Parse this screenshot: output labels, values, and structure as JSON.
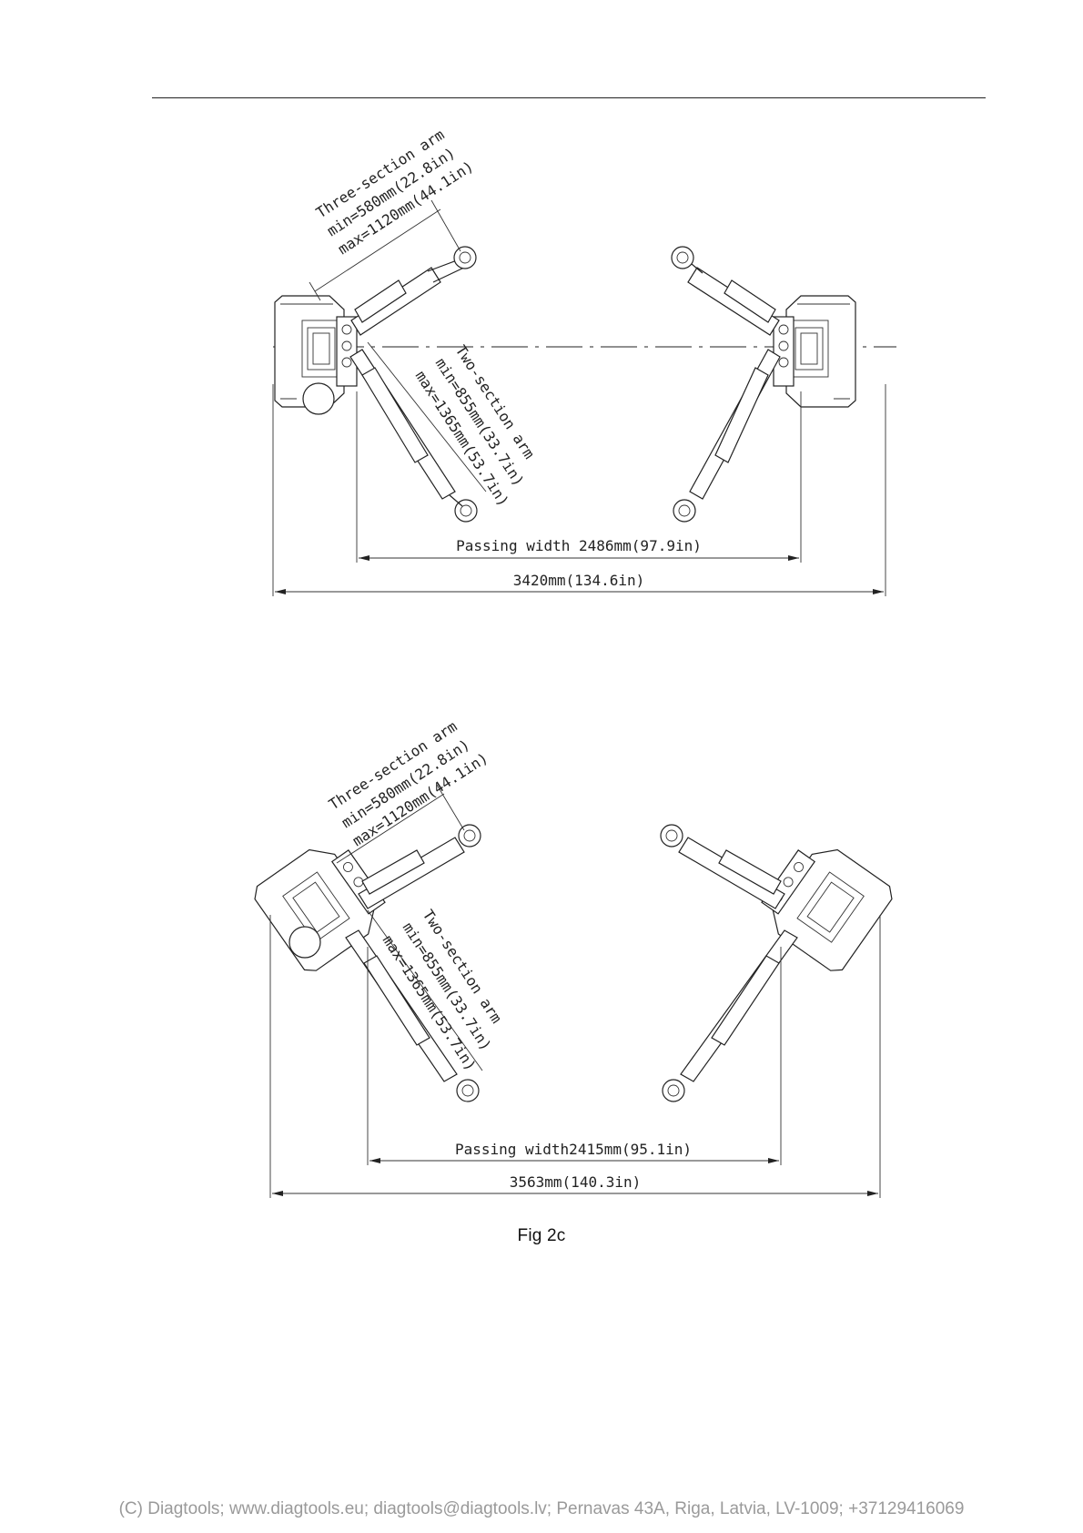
{
  "figure_top": {
    "three_section_arm": {
      "title": "Three-section arm",
      "min": "min=580mm(22.8in)",
      "max": "max=1120mm(44.1in)"
    },
    "two_section_arm": {
      "title": "Two-section arm",
      "min": "min=855mm(33.7in)",
      "max": "max=1365mm(53.7in)"
    },
    "passing_width": "Passing width 2486mm(97.9in)",
    "overall_width": "3420mm(134.6in)"
  },
  "figure_bottom": {
    "three_section_arm": {
      "title": "Three-section arm",
      "min": "min=580mm(22.8in)",
      "max": "max=1120mm(44.1in)"
    },
    "two_section_arm": {
      "title": "Two-section arm",
      "min": "min=855mm(33.7in)",
      "max": "max=1365mm(53.7in)"
    },
    "passing_width": "Passing width2415mm(95.1in)",
    "overall_width": "3563mm(140.3in)"
  },
  "caption": "Fig 2c",
  "footer": "(C) Diagtools; www.diagtools.eu; diagtools@diagtools.lv; Pernavas 43A, Riga, Latvia, LV-1009; +37129416069"
}
